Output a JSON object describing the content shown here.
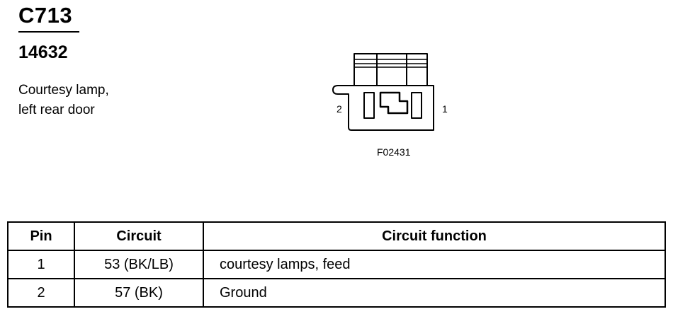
{
  "header": {
    "connector_id": "C713",
    "part_number": "14632",
    "description_lines": [
      "Courtesy lamp,",
      "left rear door"
    ]
  },
  "figure": {
    "pin_left_label": "2",
    "pin_right_label": "1",
    "figure_code": "F02431"
  },
  "table": {
    "headers": [
      "Pin",
      "Circuit",
      "Circuit function"
    ],
    "rows": [
      {
        "pin": "1",
        "circuit": "53 (BK/LB)",
        "function": "courtesy lamps, feed"
      },
      {
        "pin": "2",
        "circuit": "57 (BK)",
        "function": "Ground"
      }
    ]
  }
}
